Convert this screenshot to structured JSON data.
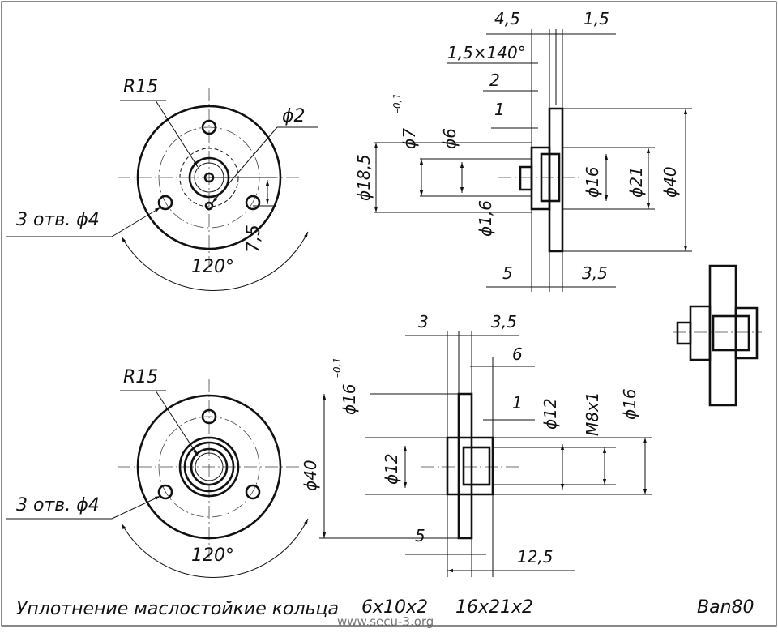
{
  "drawing": {
    "view1": {
      "radius_label": "R15",
      "small_hole_label": "ϕ2",
      "holes_label": "3 отв. ϕ4",
      "offset_label": "7,5",
      "angle_label": "120°"
    },
    "section1": {
      "top_45": "4,5",
      "top_15": "1,5",
      "chamfer": "1,5×140°",
      "d2": "2",
      "d1": "1",
      "phi7": "ϕ7",
      "phi7_tol": "–0,1",
      "phi6": "ϕ6",
      "phi185": "ϕ18,5",
      "phi16": "ϕ16",
      "phi21": "ϕ21",
      "phi40": "ϕ40",
      "phi16small": "ϕ1,6",
      "bottom_5": "5",
      "bottom_35": "3,5"
    },
    "view2": {
      "radius_label": "R15",
      "holes_label": "3 отв. ϕ4",
      "angle_label": "120°"
    },
    "section2": {
      "top_3": "3",
      "top_35": "3,5",
      "d6": "6",
      "d1": "1",
      "phi16": "ϕ16",
      "phi16_tol": "–0,1",
      "phi12_right": "ϕ12",
      "m8": "M8x1",
      "phi16_right": "ϕ16",
      "phi40": "ϕ40",
      "phi12_left": "ϕ12",
      "bottom_5": "5",
      "bottom_125": "12,5"
    },
    "footer": {
      "caption": "Уплотнение маслостойкие кольца",
      "size1": "6x10x2",
      "size2": "16x21x2",
      "author": "Ban80",
      "watermark": "www.secu-3.org"
    }
  }
}
